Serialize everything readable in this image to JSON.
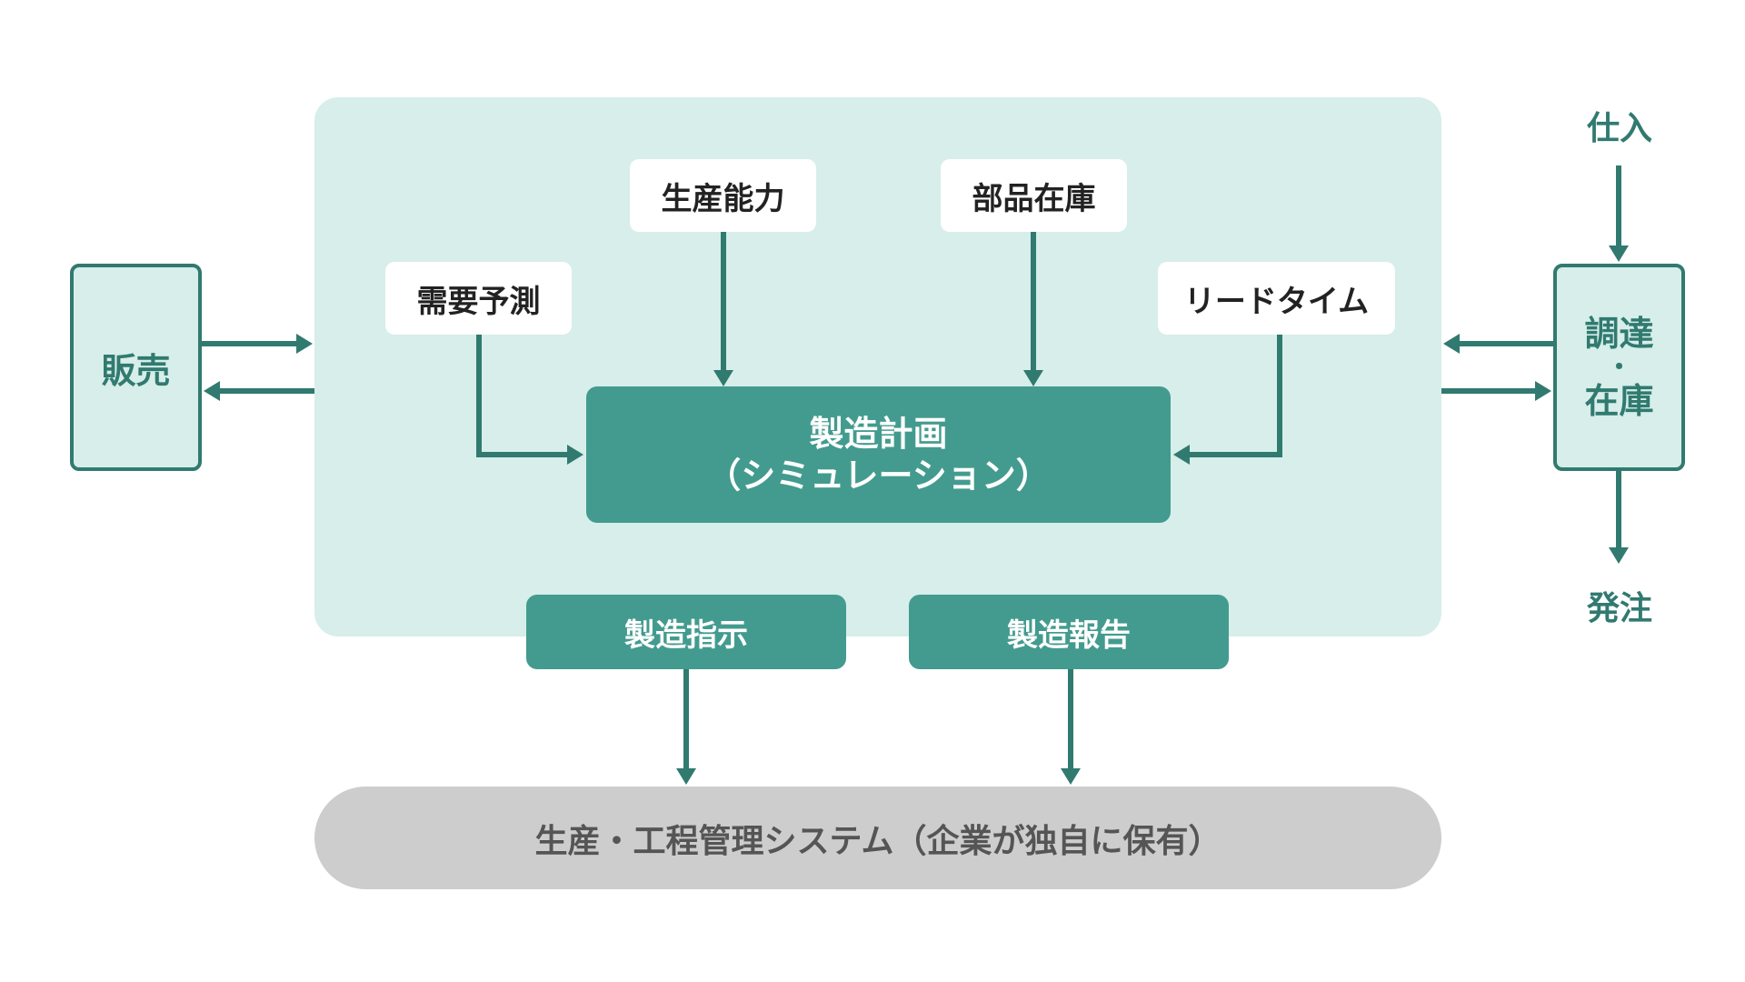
{
  "colors": {
    "teal": "#439b8f",
    "teal_dark": "#317a70",
    "panel_bg": "#d7eeea",
    "gray": "#cdcdcd"
  },
  "inputs": {
    "demand_forecast": "需要予測",
    "production_capacity": "生産能力",
    "parts_inventory": "部品在庫",
    "lead_time": "リードタイム"
  },
  "center": {
    "line1": "製造計画",
    "line2": "（シミュレーション）"
  },
  "outputs": {
    "instruction": "製造指示",
    "report": "製造報告"
  },
  "sales": "販売",
  "procurement": {
    "line1": "調達",
    "dot": "・",
    "line2": "在庫"
  },
  "purchase": "仕入",
  "order": "発注",
  "system": "生産・工程管理システム（企業が独自に保有）"
}
